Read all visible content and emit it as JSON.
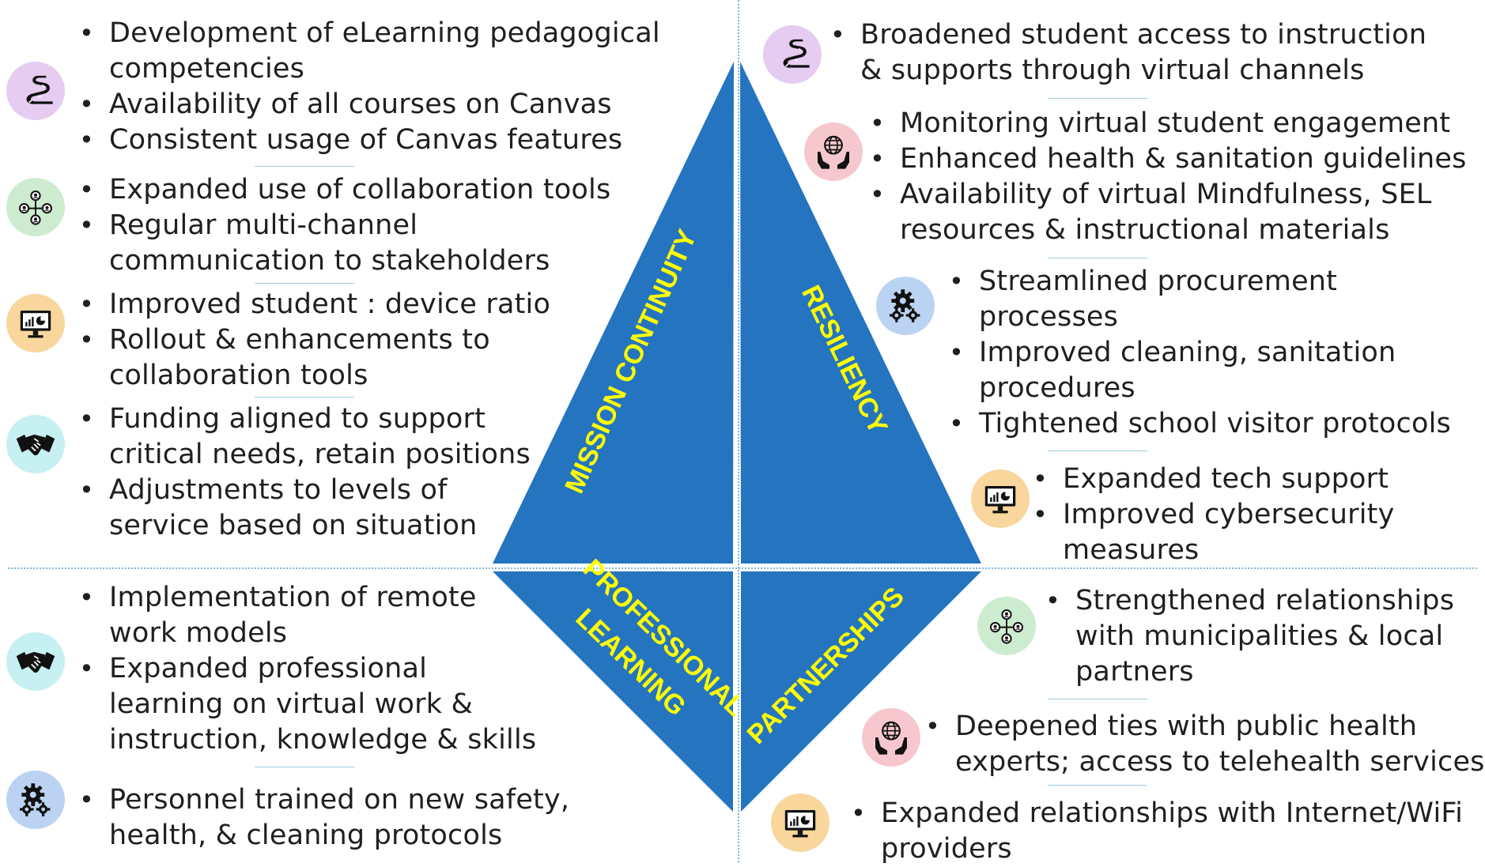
{
  "colors": {
    "diamond": "#2474c0",
    "label": "#ffff00",
    "divider": "#7fb6d6"
  },
  "quadrants": {
    "mission": "MISSION CONTINUITY",
    "resiliency": "RESILIENCY",
    "professional_1": "PROFESSIONAL",
    "professional_2": "LEARNING",
    "partnerships": "PARTNERSHIPS"
  },
  "mission_continuity": {
    "groups": [
      {
        "icon": "road-icon",
        "items": [
          "Development of eLearning pedagogical",
          "competencies",
          "Availability of all courses on Canvas",
          "Consistent usage of Canvas features"
        ]
      },
      {
        "icon": "network-icon",
        "items": [
          "Expanded use of collaboration tools",
          "Regular multi-channel",
          "communication to stakeholders"
        ]
      },
      {
        "icon": "monitor-chart-icon",
        "items": [
          "Improved student : device ratio",
          "Rollout & enhancements to",
          "collaboration tools"
        ]
      },
      {
        "icon": "handshake-icon",
        "items": [
          "Funding aligned to support",
          "critical needs, retain positions",
          "Adjustments to levels of",
          "service based on situation"
        ]
      }
    ]
  },
  "resiliency": {
    "groups": [
      {
        "icon": "road-icon",
        "items": [
          "Broadened student access to instruction",
          "& supports through virtual channels"
        ]
      },
      {
        "icon": "globe-hands-icon",
        "items": [
          "Monitoring virtual student engagement",
          "Enhanced health & sanitation guidelines",
          "Availability of virtual Mindfulness, SEL",
          "resources & instructional materials"
        ]
      },
      {
        "icon": "gears-icon",
        "items": [
          "Streamlined procurement",
          "processes",
          "Improved cleaning, sanitation",
          "procedures",
          "Tightened school visitor protocols"
        ]
      },
      {
        "icon": "monitor-chart-icon",
        "items": [
          "Expanded tech support",
          "Improved cybersecurity",
          "measures"
        ]
      }
    ]
  },
  "professional_learning": {
    "groups": [
      {
        "icon": "handshake-icon",
        "items": [
          "Implementation of remote",
          "work models",
          "Expanded professional",
          "learning on virtual work &",
          "instruction, knowledge & skills"
        ]
      },
      {
        "icon": "gears-icon",
        "items": [
          "Personnel trained on new safety,",
          "health, & cleaning protocols"
        ]
      }
    ]
  },
  "partnerships": {
    "groups": [
      {
        "icon": "network-icon",
        "items": [
          "Strengthened relationships",
          "with municipalities & local",
          "partners"
        ]
      },
      {
        "icon": "globe-hands-icon",
        "items": [
          "Deepened ties with public health",
          "experts; access to telehealth services"
        ]
      },
      {
        "icon": "monitor-chart-icon",
        "items": [
          "Expanded relationships with Internet/WiFi",
          "providers"
        ]
      }
    ]
  }
}
